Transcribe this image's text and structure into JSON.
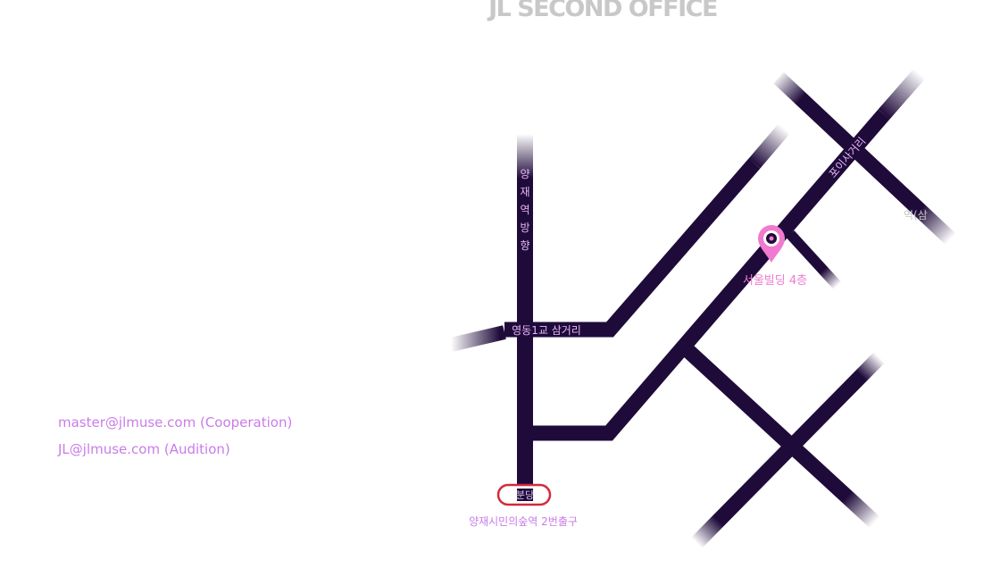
{
  "header": {
    "title": "JL SECOND OFFICE"
  },
  "contacts": [
    {
      "email": "master@jlmuse.com (Cooperation)"
    },
    {
      "email": "JL@jlmuse.com (Audition)"
    }
  ],
  "map": {
    "road_color": "#1f0b3a",
    "marker_color": "#f07ad0",
    "exit_color": "#d42a3a",
    "labels": {
      "yangjae_direction": [
        "양",
        "재",
        "역",
        "방",
        "향"
      ],
      "yeongdong_junction": "영동1교 삼거리",
      "poi_junction": "포이사거리",
      "partial_station": "역(삼",
      "building": "서울빌딩 4층",
      "exit_badge": "분당",
      "exit_caption": "양재시민의숲역 2번출구"
    },
    "icons": {
      "marker": "location-pin-icon"
    }
  }
}
